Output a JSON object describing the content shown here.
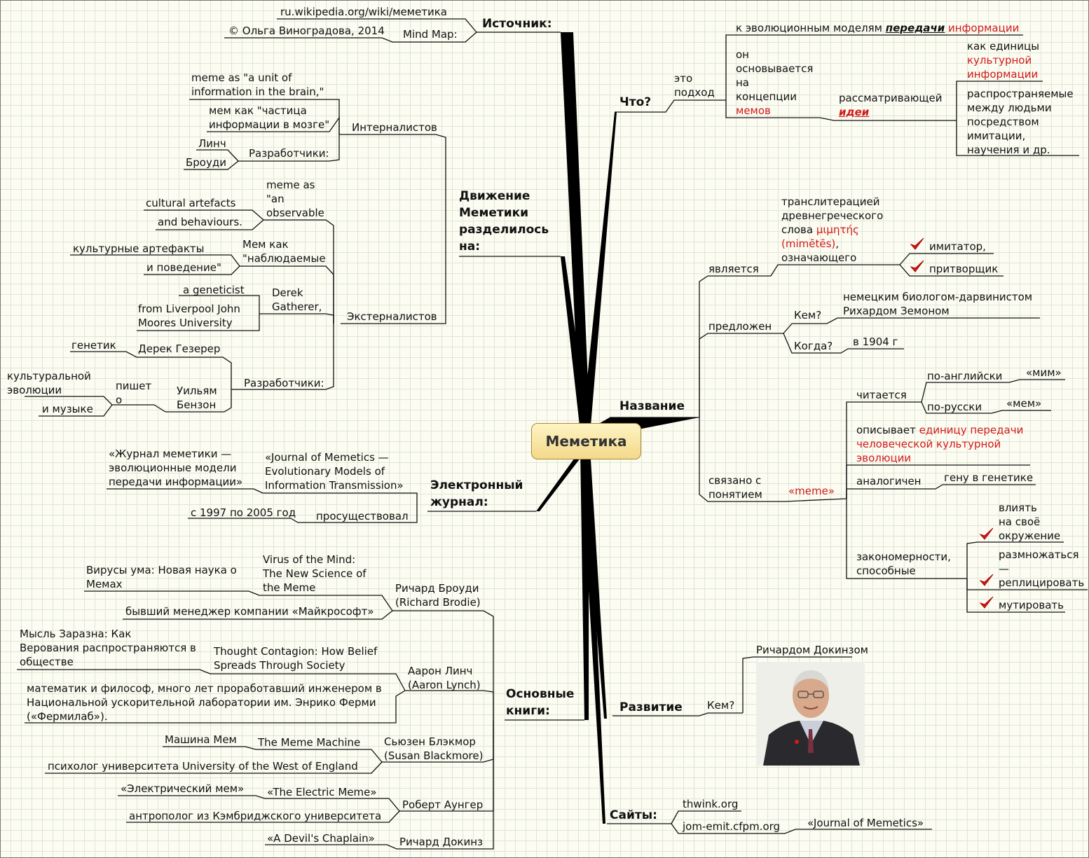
{
  "center": "Меметика",
  "source": {
    "label": "Источник:",
    "wiki": "ru.wikipedia.org/wiki/меметика",
    "mindmap_label": "Mind Map:",
    "author": "© Ольга Виноградова, 2014"
  },
  "what": {
    "label": "Что?",
    "approach": "это\nподход",
    "models_prefix": "к эволюционным моделям ",
    "models_em": "передачи",
    "models_red": " информации",
    "based_on": "он\nосновывается\nна\nконцепции",
    "memes": "мемов",
    "considering": "рассматривающей",
    "ideas": "идеи",
    "unit_prefix": "как единицы",
    "unit_red": "культурной\nинформации",
    "spread": "распространяемые\nмежду людьми\nпосредством\nимитации,\nнаучения и др."
  },
  "movement": {
    "label": "Движение\nМеметики\nразделилось\nна:",
    "internalists": "Интерналистов",
    "int_meme_en": "meme as \"a unit of\ninformation in the brain,\"",
    "int_meme_ru": "мем как \"частица\nинформации в мозге\"",
    "int_devs": "Разработчики:",
    "lynch": "Линч",
    "brodie": "Броуди",
    "externalists": "Экстерналистов",
    "ext_meme_en": "meme as\n\"an\nobservable",
    "cultural_artefacts": "cultural artefacts",
    "and_behaviours": "and behaviours.",
    "ext_meme_ru": "Мем как\n\"наблюдаемые",
    "cult_artefacts_ru": "культурные артефакты",
    "and_behaviour_ru": "и поведение\"",
    "derek": "Derek\nGatherer,",
    "geneticist": "a geneticist",
    "from_liverpool": "from Liverpool John\nMoores University",
    "ext_devs": "Разработчики:",
    "derek_ru": "Дерек Гезерер",
    "genetik": "генетик",
    "william": "Уильям\nБензон",
    "writes_about": "пишет\nо",
    "cultural_evo": "культуральной\nэволюции",
    "and_music": "и музыке"
  },
  "journal": {
    "label": "Электронный\nжурнал:",
    "ru_title": "«Журнал меметики —\nэволюционные модели\nпередачи информации»",
    "en_title": "«Journal of Memetics —\nEvolutionary Models of\nInformation Transmission»",
    "existed": "просуществовал",
    "years": "с 1997 по 2005 год"
  },
  "books": {
    "label": "Основные\nкниги:",
    "brodie_name": "Ричард Броуди\n(Richard Brodie)",
    "brodie_book_en": "Virus of the Mind:\nThe New Science of\nthe Meme",
    "brodie_book_ru": "Вирусы ума: Новая наука о\nМемах",
    "brodie_desc": "бывший менеджер компании «Майкрософт»",
    "lynch_name": "Аарон Линч\n(Aaron Lynch)",
    "lynch_book_en": "Thought Contagion: How Belief\nSpreads Through Society",
    "lynch_book_ru": "Мысль Заразна: Как\nВерования распространяются в\nобществе",
    "lynch_desc": "математик и философ, много лет проработавший инженером в\nНациональной ускорительной лаборатории им. Энрико Ферми\n(«Фермилаб»).",
    "blackmore_name": "Сьюзен Блэкмор\n(Susan Blackmore)",
    "blackmore_book_en": "The Meme Machine",
    "blackmore_book_ru": "Машина Мем",
    "blackmore_desc": "психолог университета University of the West of England",
    "aunger_name": "Роберт Аунгер",
    "aunger_book_en": "«The Electric Meme»",
    "aunger_book_ru": "«Электрический мем»",
    "aunger_desc": "антрополог из Кэмбриджского университета",
    "dawkins_name": "Ричард Докинз",
    "dawkins_book": "«A Devil's Chaplain»"
  },
  "name": {
    "label": "Название",
    "is": "является",
    "translit": "транслитерацией\nдревнегреческого\nслова ",
    "greek": "μιμητής\n(mimētēs)",
    "meaning": "означающего",
    "comma": ",",
    "imitator": "имитатор,",
    "pretender": "притворщик",
    "proposed": "предложен",
    "who": "Кем?",
    "who_answer": "немецким биологом-дарвинистом\nРихардом Земоном",
    "when": "Когда?",
    "when_answer": "в 1904 г",
    "related": "связано с\nпонятием",
    "meme_word": "«meme»",
    "read": "читается",
    "in_english": "по-английски",
    "mim": "«мим»",
    "in_russian": "по-русски",
    "mem": "«мем»",
    "describes_prefix": "описывает ",
    "describes_red": "единицу передачи\nчеловеческой культурной\nэволюции",
    "analogous": "аналогичен",
    "gene": "гену в генетике",
    "patterns": "закономерности,\nспособные",
    "influence": "влиять\nна своё\nокружение",
    "multiply": "размножаться\n—",
    "replicate": "реплицировать",
    "mutate": "мутировать"
  },
  "development": {
    "label": "Развитие",
    "who": "Кем?",
    "dawkins": "Ричардом Докинзом"
  },
  "sites": {
    "label": "Сайты:",
    "thwink": "thwink.org",
    "jom": "jom-emit.cfpm.org",
    "jom_desc": "«Journal of Memetics»"
  }
}
